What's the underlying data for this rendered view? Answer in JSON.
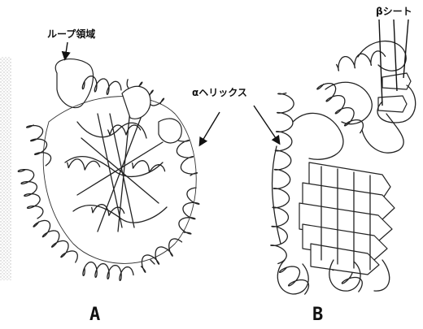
{
  "labels": {
    "loop_region": "ループ領域",
    "alpha_helix": "αヘリックス",
    "beta_sheet": "βシート"
  },
  "panels": {
    "a": "A",
    "b": "B"
  }
}
